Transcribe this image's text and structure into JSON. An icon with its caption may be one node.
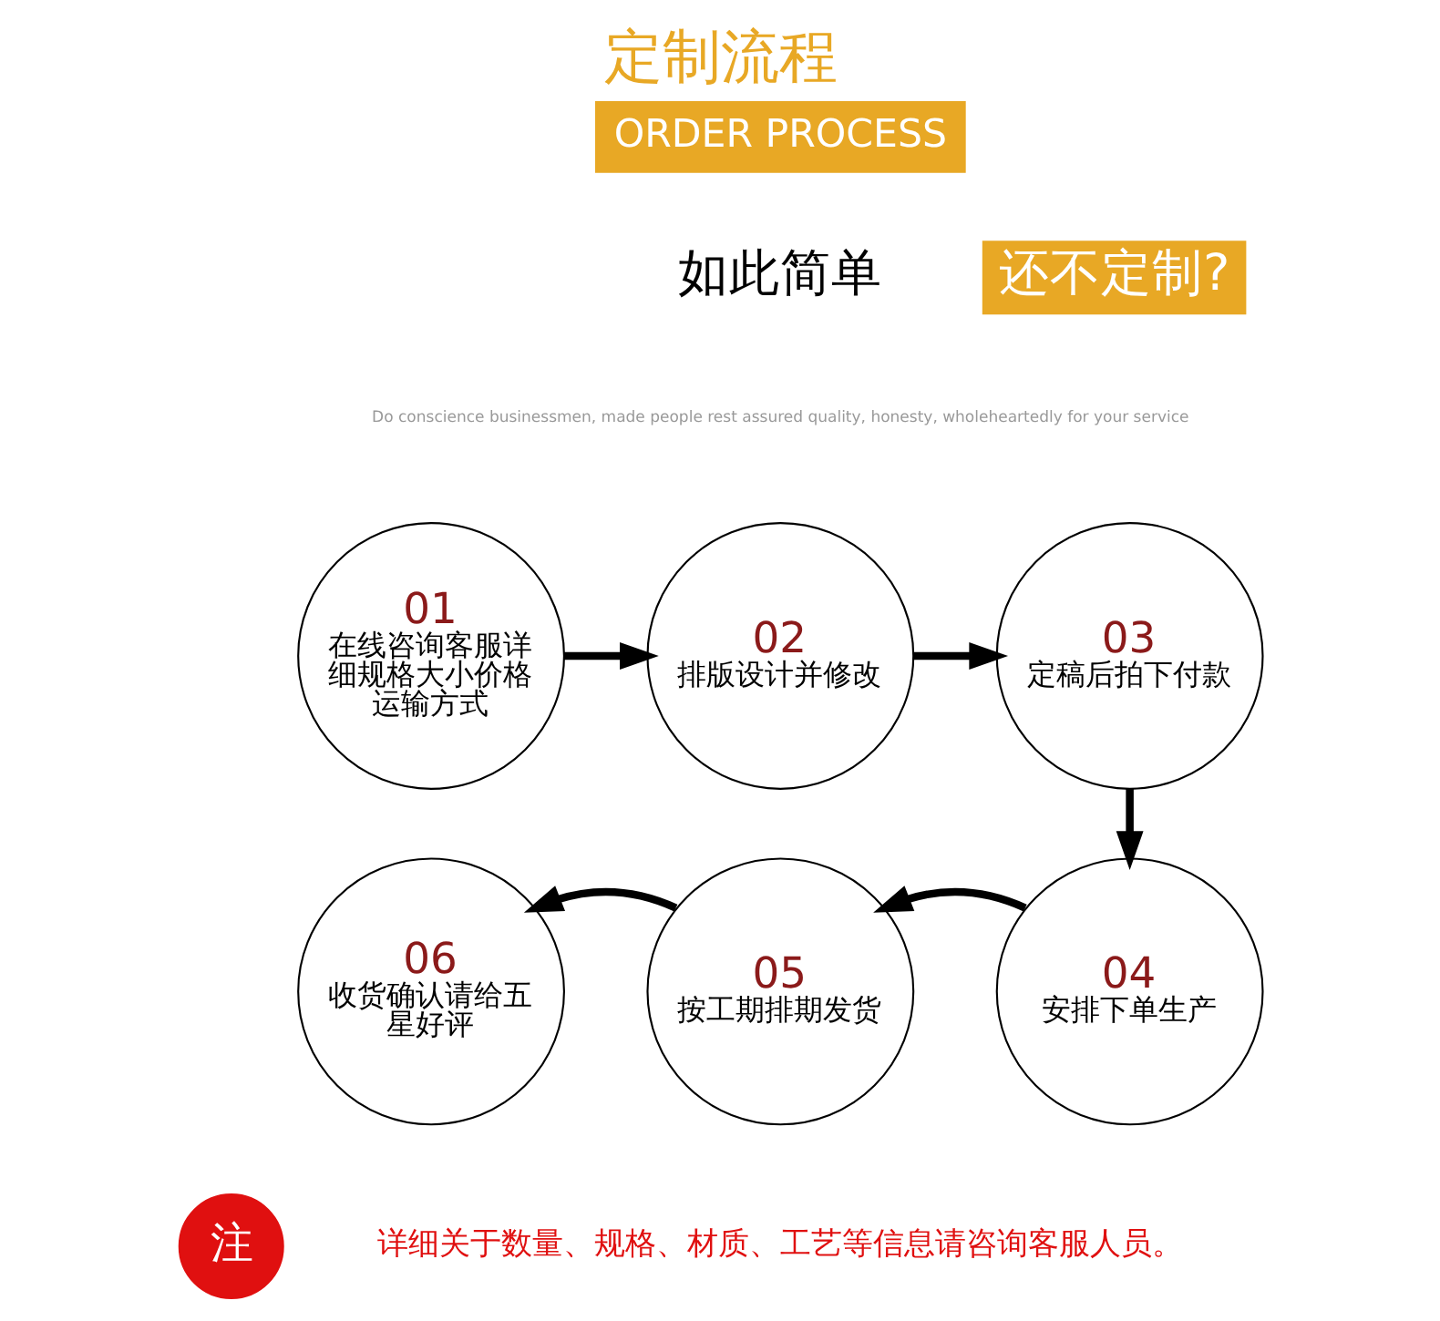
{
  "diagram": {
    "title": "定制流程",
    "nodes": [
      {
        "text": [
          "01",
          "在线咨询客服详细规格大小价格运输方式"
        ]
      },
      {
        "text": [
          "02",
          "排版设计并修改"
        ]
      },
      {
        "text": [
          "03",
          "定稿后拍下付款"
        ]
      },
      {
        "text": [
          "04",
          "安排下单生产"
        ]
      },
      {
        "text": [
          "05",
          "按工期排期发货"
        ]
      },
      {
        "text": [
          "06",
          "收货确认请给五星好评"
        ]
      }
    ],
    "edges": [
      {
        "from": 0,
        "to": 1,
        "arrow": "to"
      },
      {
        "from": 1,
        "to": 2,
        "arrow": "to"
      },
      {
        "from": 2,
        "to": 3,
        "arrow": "to"
      },
      {
        "from": 3,
        "to": 4,
        "arrow": "to"
      },
      {
        "from": 4,
        "to": 5,
        "arrow": "to"
      }
    ],
    "labels": [
      "ORDER PROCESS",
      "如此简单",
      "还不定制?",
      "Do conscience businessmen, made people rest assured quality, honesty, wholeheartedly for your service",
      "注",
      "详细关于数量、规格、材质、工艺等信息请咨询客服人员。"
    ]
  }
}
